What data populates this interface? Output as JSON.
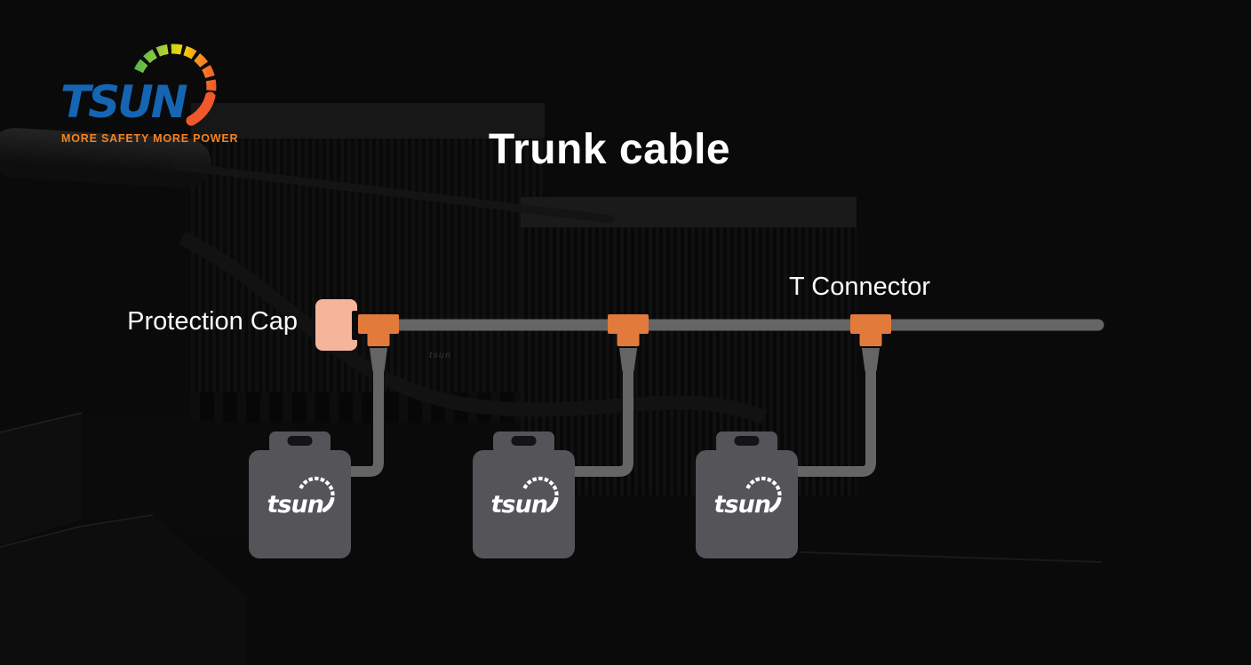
{
  "logo": {
    "brand": "TSUN",
    "tagline": "MORE SAFETY MORE POWER",
    "colors": {
      "brand_blue": "#1565B3",
      "tagline_orange": "#F58220",
      "arc_green": "#57B847",
      "arc_yellow_green": "#A8CE38",
      "arc_yellow": "#F5D800",
      "arc_orange": "#F7941E",
      "arc_deep_orange": "#F1582B"
    }
  },
  "title": "Trunk cable",
  "diagram": {
    "labels": {
      "protection_cap": "Protection Cap",
      "t_connector": "T Connector"
    },
    "colors": {
      "connector_orange": "#E27A3B",
      "cap_salmon": "#F4B59B",
      "cable_gray": "#656565",
      "inverter_gray": "#545459",
      "slot_dark": "#141416"
    },
    "inverters": [
      {
        "logo_text": "tsun"
      },
      {
        "logo_text": "tsun"
      },
      {
        "logo_text": "tsun"
      }
    ]
  },
  "background": {
    "faint_unit_label": "tsun"
  }
}
